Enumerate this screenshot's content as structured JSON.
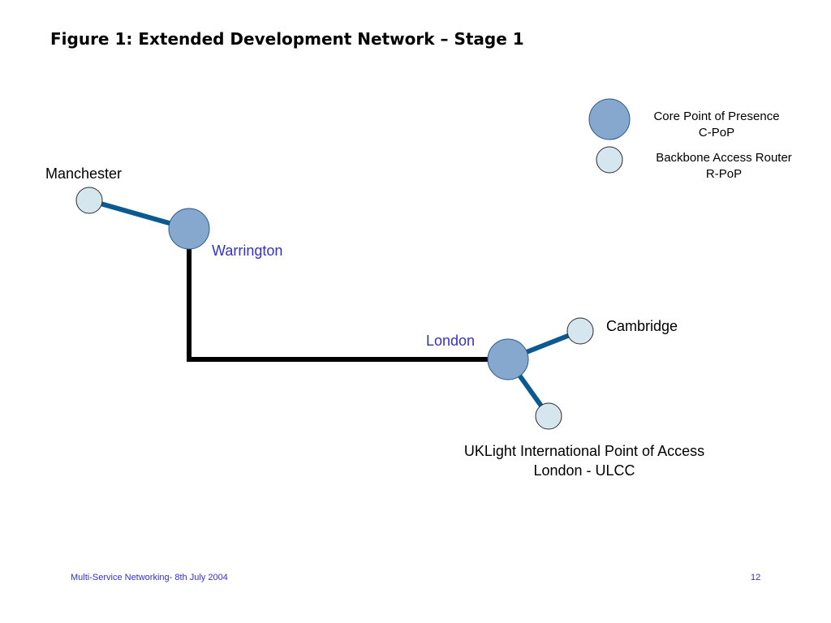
{
  "title": "Figure 1: Extended Development Network – Stage 1",
  "legend": {
    "core_line1": "Core Point of Presence",
    "core_line2": "C-PoP",
    "access_line1": "Backbone Access Router",
    "access_line2": "R-PoP"
  },
  "nodes": {
    "manchester": "Manchester",
    "warrington": "Warrington",
    "london": "London",
    "cambridge": "Cambridge",
    "ulcc_line1": "UKLight International Point of Access",
    "ulcc_line2": "London - ULCC"
  },
  "footer": {
    "left": "Multi-Service Networking- 8th July 2004",
    "page_number": "12"
  },
  "colors": {
    "core_fill": "#86a8cf",
    "access_fill": "#d6e6ef",
    "link_blue": "#0a5a92",
    "trunk": "#000000",
    "label_blue": "#3333bb"
  }
}
